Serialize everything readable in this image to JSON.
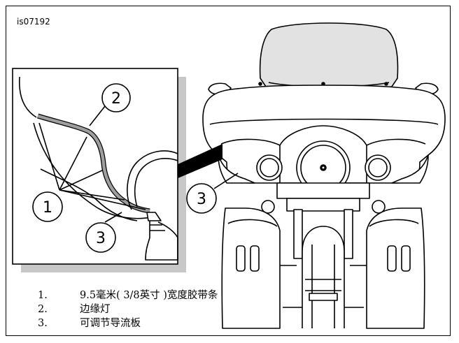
{
  "figure": {
    "id": "is07192",
    "callouts": {
      "inset_edge_tape": "2",
      "inset_tape_strip": "1",
      "inset_deflector": "3",
      "main_deflector": "3"
    }
  },
  "legend": {
    "items": [
      {
        "number": "1.",
        "text": "9.5毫米( 3/8英寸 )宽度胶带条"
      },
      {
        "number": "2.",
        "text": "边缘灯"
      },
      {
        "number": "3.",
        "text": "可调节导流板"
      }
    ]
  },
  "colors": {
    "line": "#000000",
    "shadow": "#c8c8c8",
    "tape": "#9e9e9e",
    "windshield": "#e2e2e2",
    "background": "#ffffff"
  }
}
